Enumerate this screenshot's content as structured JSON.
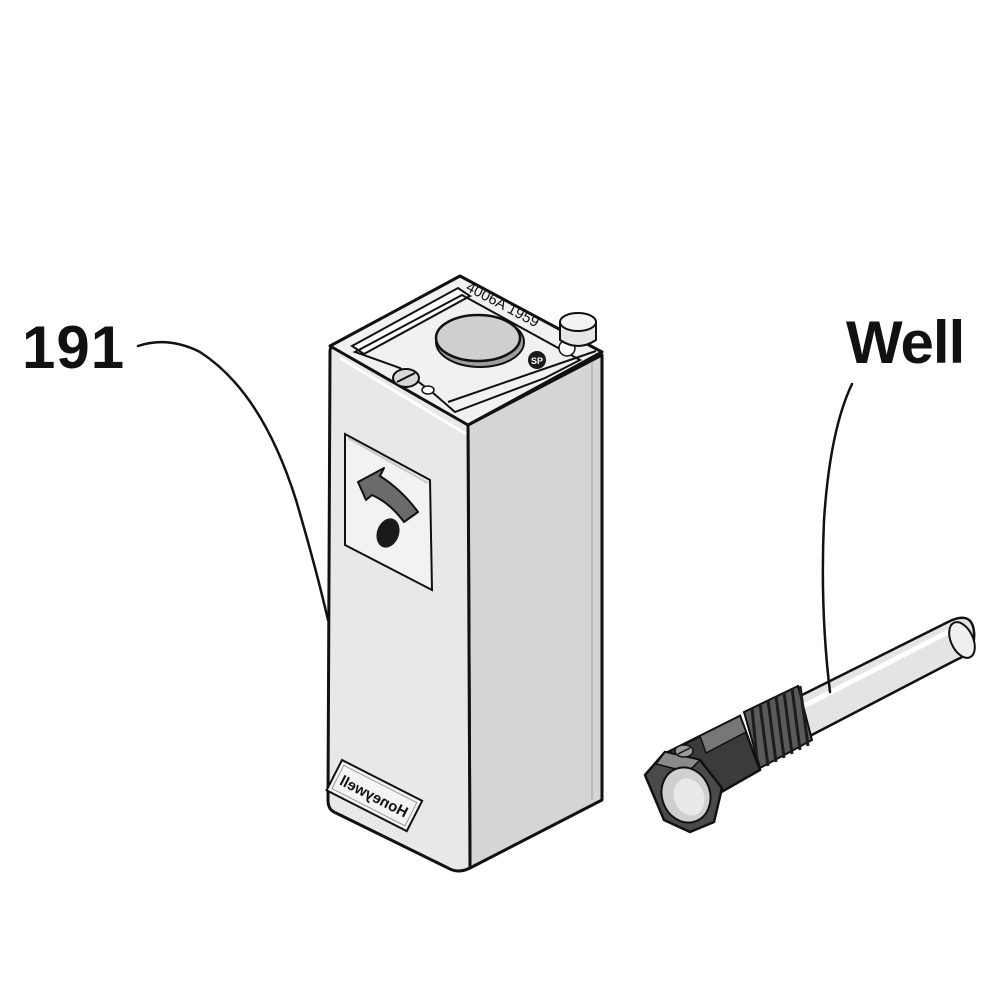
{
  "labels": {
    "part_number": "191",
    "well": "Well"
  },
  "device": {
    "top_marking": "4006A 1959",
    "brand": "Honeywell"
  },
  "colors": {
    "ink": "#111111",
    "body_front": "#e6e6e6",
    "body_side": "#d4d4d4",
    "top_face": "#efefef",
    "fitting": "#3c3c3c",
    "tube": "#e3e3e3"
  },
  "icons": {
    "dial": "dial-indicator-icon",
    "mount_screw": "mounting-screw-icon",
    "certification": "csa-mark-icon"
  }
}
